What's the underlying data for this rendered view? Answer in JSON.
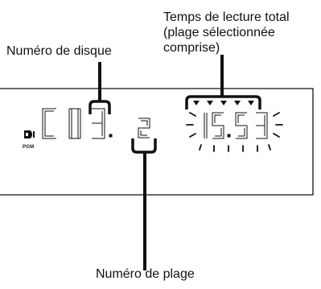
{
  "labels": {
    "total_time_line1": "Temps de lecture total",
    "total_time_line2": "(plage sélectionnée",
    "total_time_line3": "comprise)",
    "disc_number": "Numéro de disque",
    "track_number": "Numéro de plage"
  },
  "display": {
    "indicator": "PGM",
    "disc_readout": "C 03.",
    "track_readout": "2",
    "time_readout": "15.53"
  },
  "icons": {
    "disc_indicator": "disc-icon",
    "flash_rays": "blink-rays"
  }
}
